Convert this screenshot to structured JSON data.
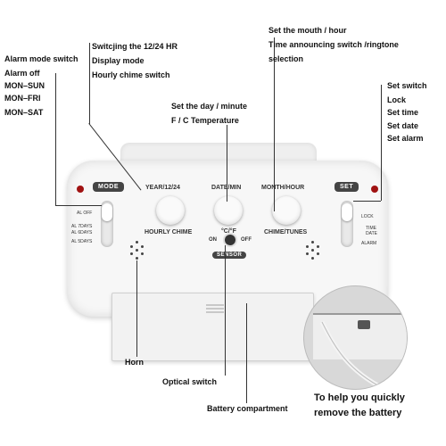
{
  "labels": {
    "top_left": [
      "Alarm mode switch",
      "Alarm off",
      "MON–SUN",
      "MON–FRI",
      "MON–SAT"
    ],
    "top_center": [
      "Switcjing the 12/24 HR",
      "Display mode",
      "Hourly chime switch"
    ],
    "set_day": [
      "Set the day / minute",
      "F / C Temperature"
    ],
    "top_right_center": [
      "Set the mouth / hour",
      "Time announcing switch /ringtone",
      "selection"
    ],
    "right": [
      "Set switch",
      "Lock",
      "Set time",
      "Set date",
      "Set alarm"
    ],
    "horn": "Horn",
    "optical_switch": "Optical switch",
    "battery_compartment": "Battery compartment",
    "caption": [
      "To help you quickly",
      "remove the battery"
    ]
  },
  "clock": {
    "mode_label": "MODE",
    "set_label": "SET",
    "buttons": [
      {
        "top": "YEAR/12/24",
        "bottom": "HOURLY CHIME"
      },
      {
        "top": "DATE/MIN",
        "bottom": "°C/°F"
      },
      {
        "top": "MONTH/HOUR",
        "bottom": "CHIME/TUNES"
      }
    ],
    "mode_positions": [
      "AL OFF",
      "AL 7DAYS",
      "AL 6DAYS",
      "AL 5DAYS"
    ],
    "set_positions": [
      "LOCK",
      "TIME",
      "DATE",
      "ALARM"
    ],
    "sensor": {
      "on": "ON",
      "off": "OFF",
      "label": "SENSOR"
    }
  },
  "colors": {
    "indicator": "#a01212",
    "text": "#111111"
  }
}
